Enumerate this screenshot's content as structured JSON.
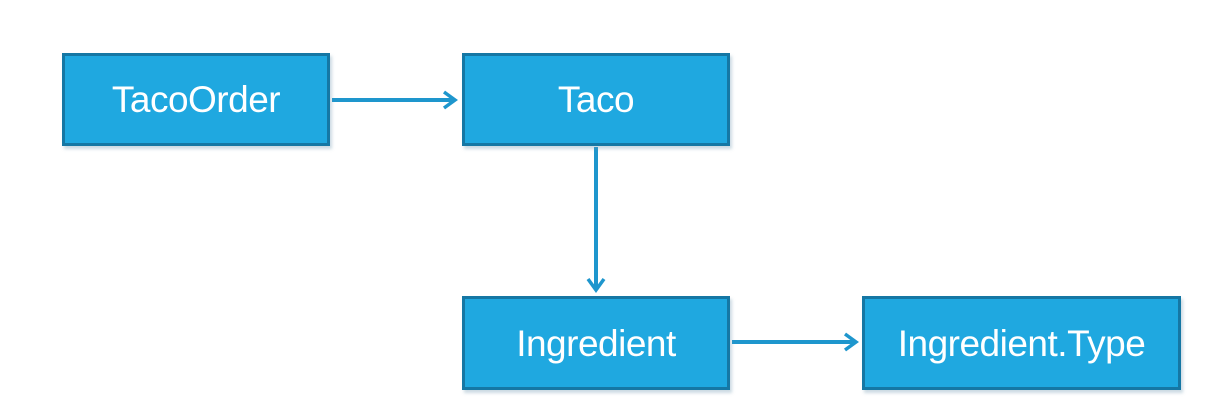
{
  "diagram": {
    "colors": {
      "background": "#ffffff",
      "node_fill": "#1FA8E0",
      "node_border": "#1577A4",
      "arrow": "#1E96CD",
      "text": "#ffffff"
    },
    "nodes": [
      {
        "id": "taco-order",
        "label": "TacoOrder"
      },
      {
        "id": "taco",
        "label": "Taco"
      },
      {
        "id": "ingredient",
        "label": "Ingredient"
      },
      {
        "id": "ingredient-type",
        "label": "Ingredient.Type"
      }
    ],
    "edges": [
      {
        "from": "TacoOrder",
        "to": "Taco"
      },
      {
        "from": "Taco",
        "to": "Ingredient"
      },
      {
        "from": "Ingredient",
        "to": "Ingredient.Type"
      }
    ]
  }
}
